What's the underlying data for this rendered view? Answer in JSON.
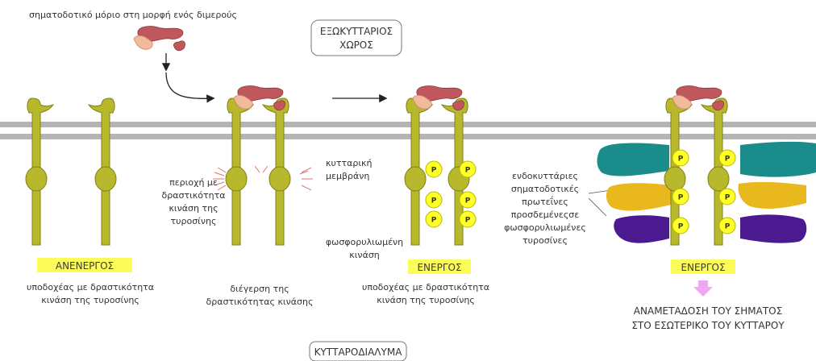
{
  "labels": {
    "ligand_caption": "σηματοδοτικό μόριο στη μορφή ενός διμερούς",
    "extracellular": [
      "ΕΞΩΚΥΤΤΑΡΙΟΣ",
      "ΧΩΡΟΣ"
    ],
    "cytosol": "ΚΥΤΤΑΡΟΔΙΑΛΥΜΑ",
    "kinase_region": [
      "περιοχή με",
      "δραστικότητα",
      "κινάση της",
      "τυροσίνης"
    ],
    "plasma_membrane": [
      "κυτταρική",
      "μεμβράνη"
    ],
    "phospho_kinase": [
      "φωσφορυλιωμένη",
      "κινάση"
    ],
    "intracellular_proteins": [
      "ενδοκυττάριες",
      "σηματοδοτικές",
      "πρωτεΐνες",
      "προσδεμένεςσε",
      "φωσφορυλιωμένες",
      "τυροσίνες"
    ],
    "p_symbol": "P"
  },
  "stages": [
    {
      "state": "ΑΝΕΝΕΡΓΟΣ",
      "caption": [
        "υποδοχέας με δραστικότητα",
        "κινάση της τυροσίνης"
      ]
    },
    {
      "state": "",
      "caption": [
        "διέγερση της",
        "δραστικότητας κινάσης"
      ]
    },
    {
      "state": "ΕΝΕΡΓΟΣ",
      "caption": [
        "υποδοχέας με δραστικότητα",
        "κινάση της τυροσίνης"
      ]
    },
    {
      "state": "ΕΝΕΡΓΟΣ",
      "caption": []
    }
  ],
  "signal_relay": [
    "ΑΝΑΜΕΤΑΔΟΣΗ ΤΟΥ ΣΗΜΑΤΟΣ",
    "ΣΤΟ ΕΣΩΤΕΡΙΚΟ ΤΟΥ ΚΥΤΤΑΡΟΥ"
  ],
  "colors": {
    "receptor": "#b7b82c",
    "receptor_outline": "#7f8017",
    "membrane": "#b5b5b5",
    "ligand_red": "#c0575c",
    "ligand_peach": "#f2b99b",
    "phosphate": "#ffff2a",
    "state_highlight": "#fbfb5a",
    "teal_protein": "#1a8c8c",
    "orange_protein": "#e8b81c",
    "purple_protein": "#4b1a90",
    "relay_arrow": "#f0a8f0"
  }
}
